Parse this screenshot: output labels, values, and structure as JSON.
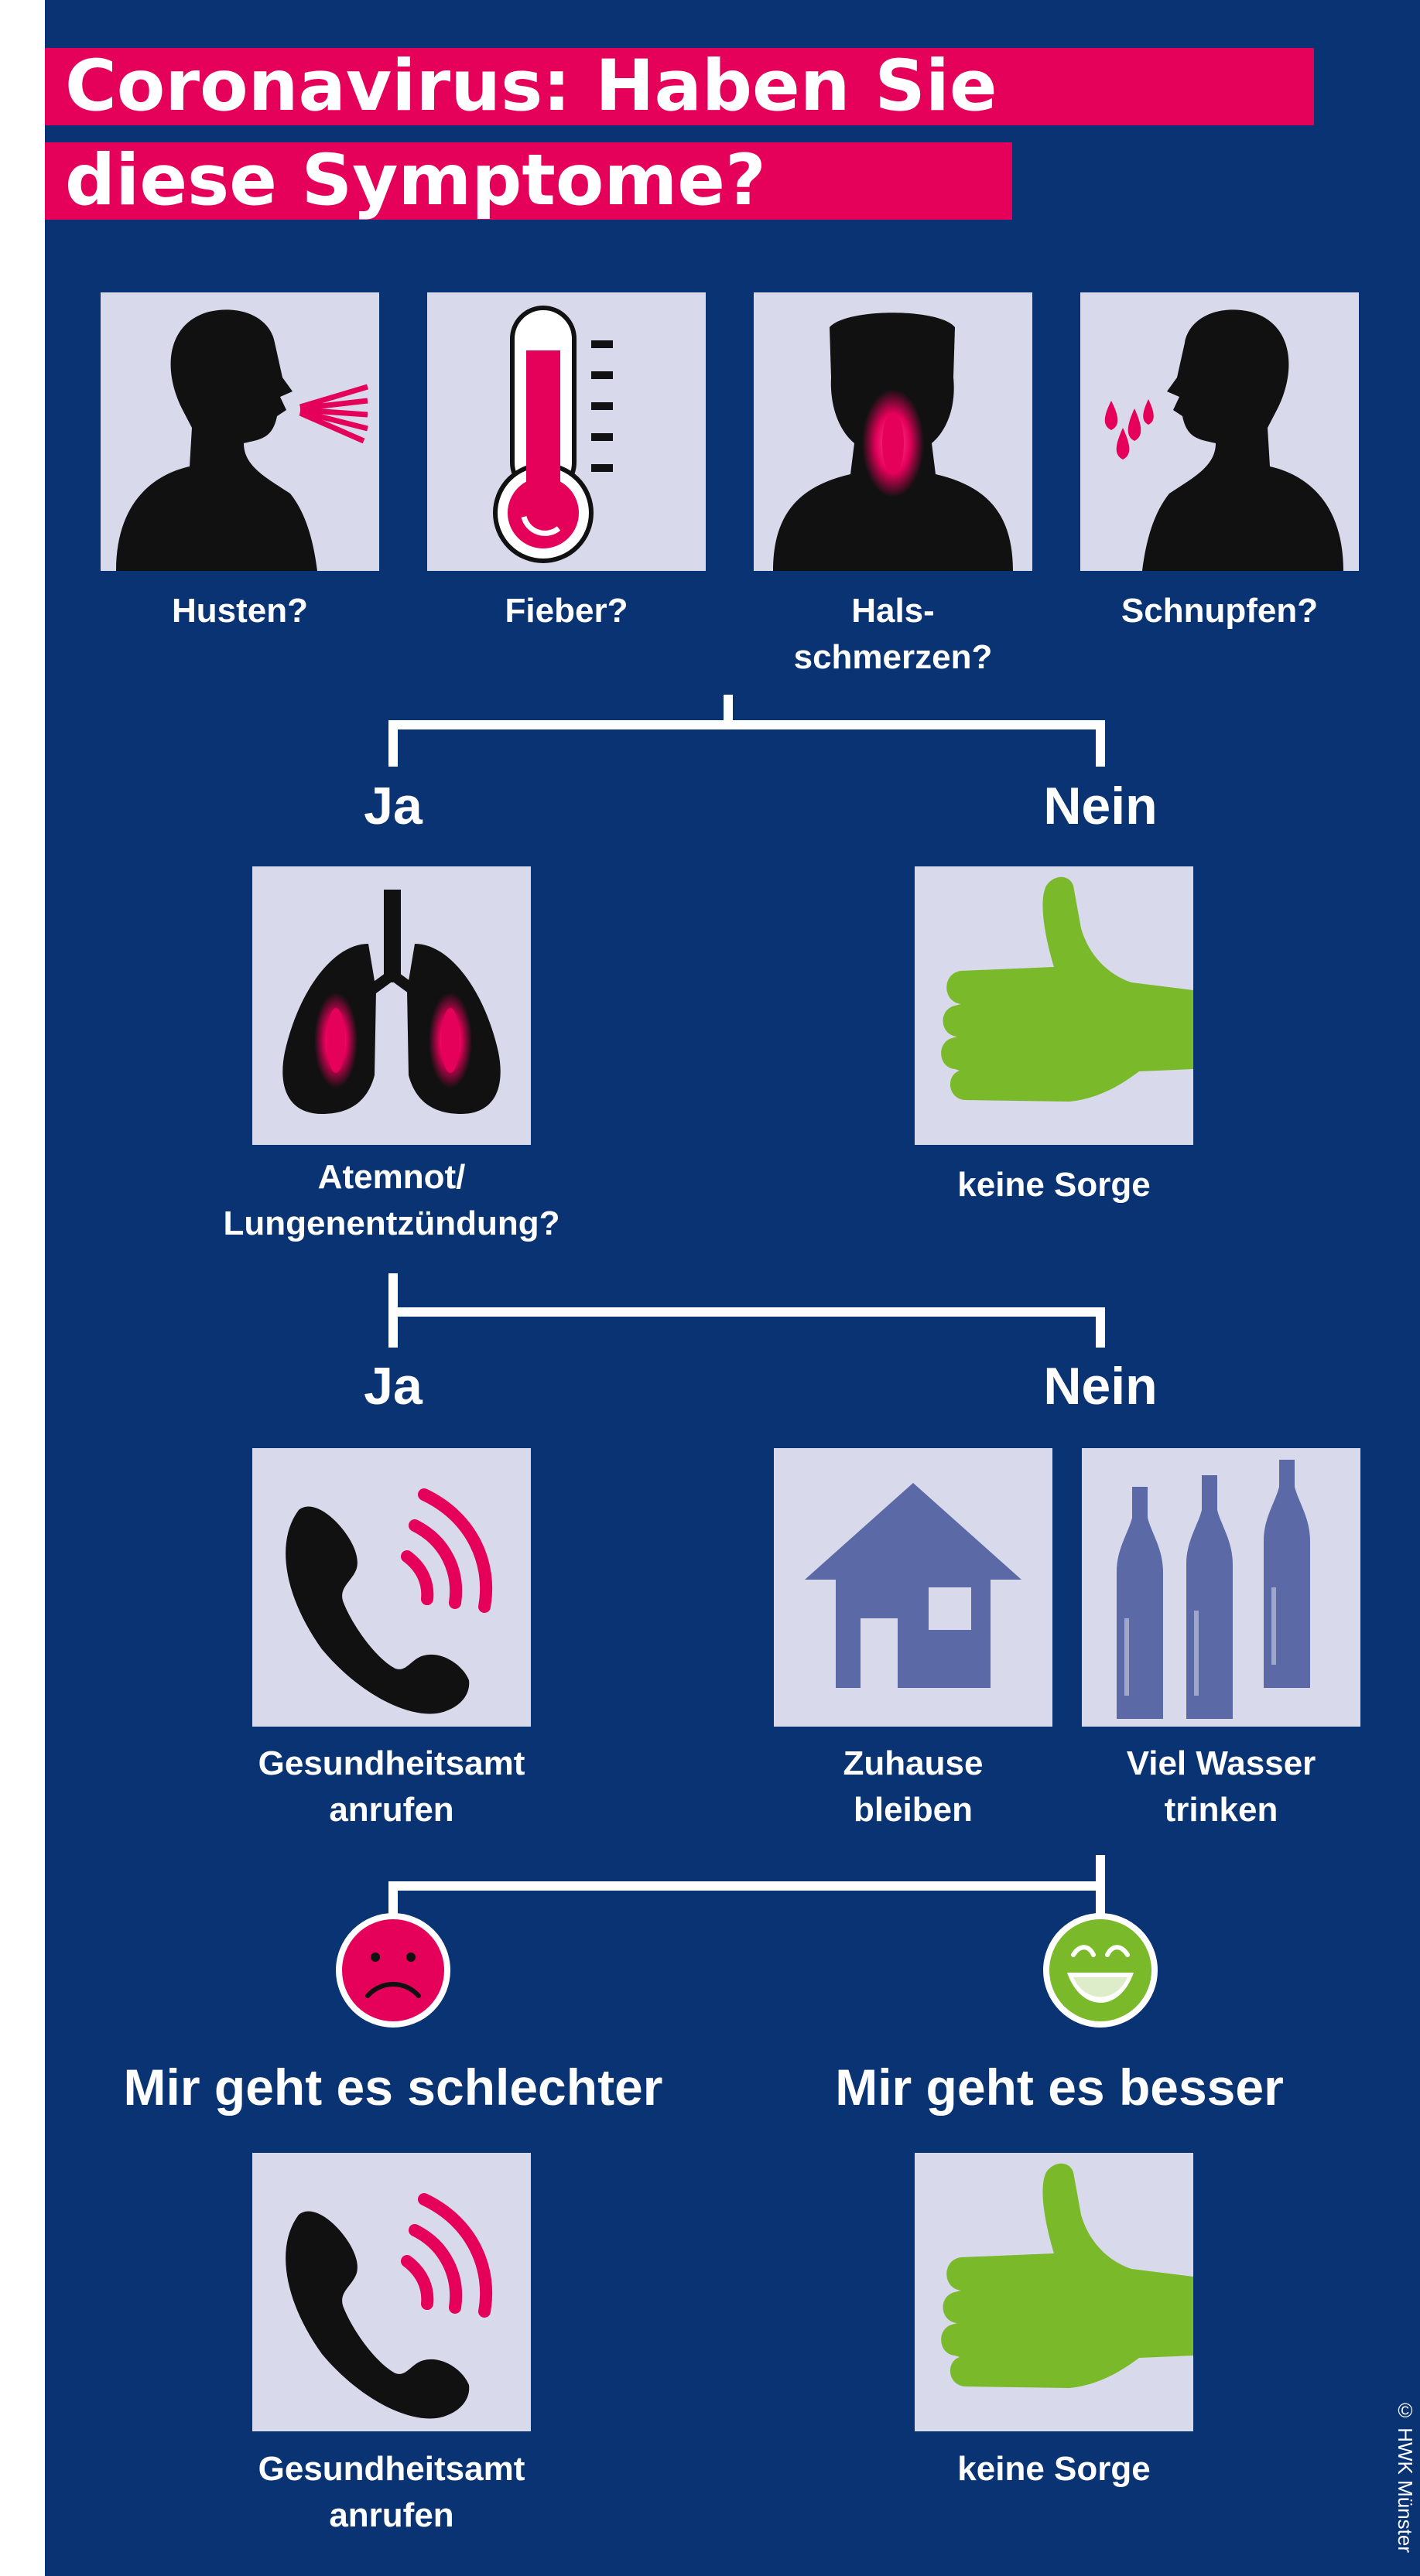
{
  "title": {
    "line1": "Coronavirus: Haben Sie",
    "line2": "diese Symptome?"
  },
  "symptoms": [
    {
      "label": "Husten?",
      "icon": "coughing-head-icon"
    },
    {
      "label": "Fieber?",
      "icon": "thermometer-icon"
    },
    {
      "label": "Hals-\nschmerzen?",
      "icon": "sore-throat-icon"
    },
    {
      "label": "Schnupfen?",
      "icon": "runny-nose-icon"
    }
  ],
  "branch1": {
    "yes_label": "Ja",
    "no_label": "Nein",
    "yes_caption": "Atemnot/\nLungenentzündung?",
    "no_caption": "keine Sorge"
  },
  "branch2": {
    "yes_label": "Ja",
    "no_label": "Nein",
    "yes_caption": "Gesundheitsamt\nanrufen",
    "no_caption_home": "Zuhause\nbleiben",
    "no_caption_water": "Viel Wasser\ntrinken"
  },
  "outcome": {
    "worse_label": "Mir geht es schlechter",
    "better_label": "Mir geht es besser",
    "worse_caption": "Gesundheitsamt\nanrufen",
    "better_caption": "keine Sorge"
  },
  "credit": "© HWK Münster",
  "colors": {
    "background": "#0a3374",
    "accent": "#e5005a",
    "tile": "#d8d9ea",
    "green": "#7ab929",
    "icon_blue": "#5b6aa6"
  }
}
